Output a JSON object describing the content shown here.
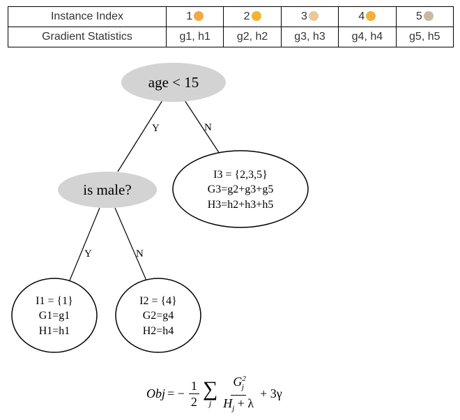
{
  "table": {
    "row1_header": "Instance Index",
    "row2_header": "Gradient Statistics",
    "instances": [
      {
        "index": "1",
        "icon": "baby-icon",
        "color": "#f4a742",
        "stats": "g1, h1"
      },
      {
        "index": "2",
        "icon": "woman-icon",
        "color": "#f2b431",
        "stats": "g2, h2"
      },
      {
        "index": "3",
        "icon": "old-man-icon",
        "color": "#e9c89a",
        "stats": "g3, h3"
      },
      {
        "index": "4",
        "icon": "girl-icon",
        "color": "#f0b03a",
        "stats": "g4, h4"
      },
      {
        "index": "5",
        "icon": "grandma-icon",
        "color": "#c9b9a3",
        "stats": "g5, h5"
      }
    ]
  },
  "tree": {
    "root": {
      "label": "age < 15"
    },
    "inner": {
      "label": "is male?"
    },
    "edges": {
      "root_yes": "Y",
      "root_no": "N",
      "inner_yes": "Y",
      "inner_no": "N"
    },
    "leaves": {
      "leaf1": {
        "set": "I1 = {1}",
        "g": "G1=g1",
        "h": "H1=h1"
      },
      "leaf2": {
        "set": "I2 = {4}",
        "g": "G2=g4",
        "h": "H2=h4"
      },
      "leaf3": {
        "set": "I3 = {2,3,5}",
        "g": "G3=g2+g3+g5",
        "h": "H3=h2+h3+h5"
      }
    },
    "colors": {
      "decision_fill": "#d3d3d3",
      "leaf_fill": "#ffffff",
      "stroke": "#000000"
    }
  },
  "formula": {
    "lhs": "Obj",
    "equals": "= −",
    "half_num": "1",
    "half_den": "2",
    "sum_sub": "j",
    "frac_num": "G",
    "frac_num_sup": "2",
    "frac_num_sub": "j",
    "frac_den_h": "H",
    "frac_den_sub": "j",
    "frac_den_rest": "+ λ",
    "tail": "+ 3γ"
  }
}
